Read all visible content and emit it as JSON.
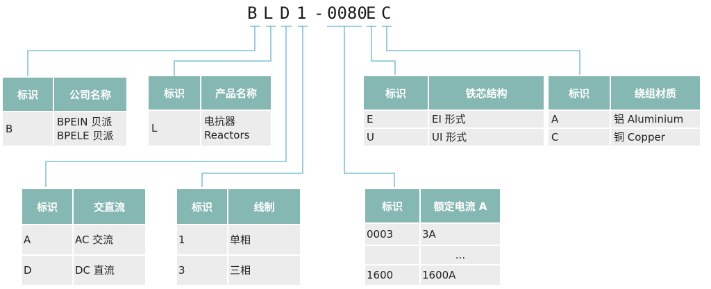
{
  "code": {
    "chars": [
      "B",
      "L",
      "D",
      "1",
      "-",
      "0080",
      "E",
      "C"
    ]
  },
  "line_color": "#5fb7c9",
  "header_color": "#85b7b3",
  "cell_color": "#ececec",
  "tables": {
    "company": {
      "headers": [
        "标识",
        "公司名称"
      ],
      "rows": [
        [
          "B",
          [
            "BPEIN 贝派",
            "BPELE 贝派"
          ]
        ]
      ]
    },
    "product": {
      "headers": [
        "标识",
        "产品名称"
      ],
      "rows": [
        [
          "L",
          [
            "电抗器",
            "Reactors"
          ]
        ]
      ]
    },
    "core": {
      "headers": [
        "标识",
        "铁芯结构"
      ],
      "rows": [
        [
          "E",
          "EI 形式"
        ],
        [
          "U",
          "UI 形式"
        ]
      ]
    },
    "winding": {
      "headers": [
        "标识",
        "绕组材质"
      ],
      "rows": [
        [
          "A",
          "铝 Aluminium"
        ],
        [
          "C",
          "铜 Copper"
        ]
      ]
    },
    "acdc": {
      "headers": [
        "标识",
        "交直流"
      ],
      "rows": [
        [
          "A",
          "AC 交流"
        ],
        [
          "D",
          "DC 直流"
        ]
      ]
    },
    "wiring": {
      "headers": [
        "标识",
        "线制"
      ],
      "rows": [
        [
          "1",
          "单相"
        ],
        [
          "3",
          "三相"
        ]
      ]
    },
    "current": {
      "headers": [
        "标识",
        "额定电流 A"
      ],
      "rows": [
        [
          "0003",
          "3A"
        ],
        [
          "",
          "..."
        ],
        [
          "1600",
          "1600A"
        ]
      ]
    }
  }
}
